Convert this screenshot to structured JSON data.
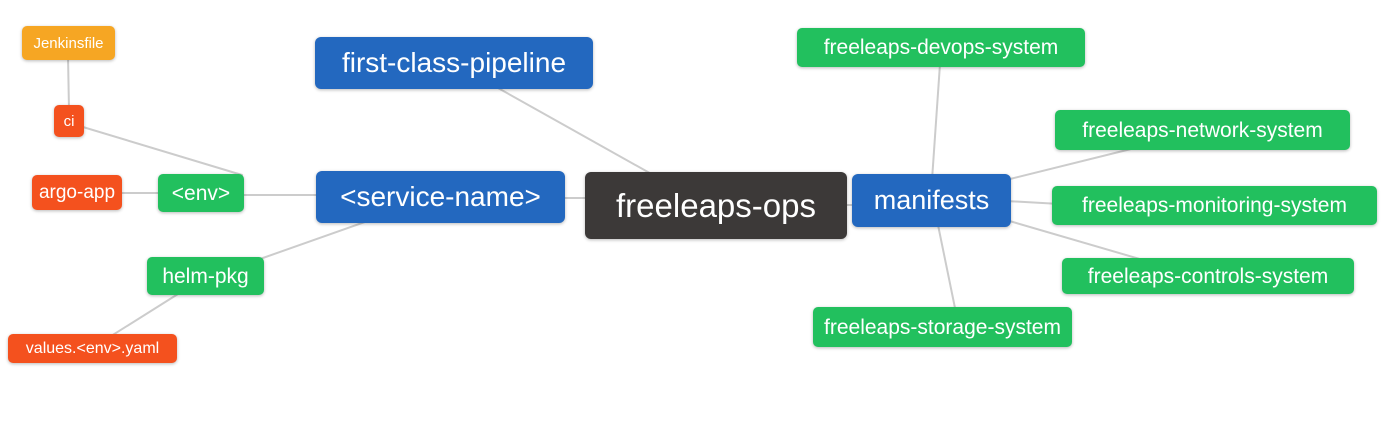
{
  "diagram": {
    "type": "mindmap",
    "root_label": "freeleaps-ops",
    "colors": {
      "root": "#3c3938",
      "branch_blue": "#2368bf",
      "leaf_green": "#22c05e",
      "leaf_red": "#f4511e",
      "leaf_amber": "#f6a623",
      "edge": "#cccccc",
      "text": "#ffffff",
      "background": "#ffffff"
    },
    "nodes": {
      "jenkinsfile": {
        "label": "Jenkinsfile",
        "color": "#f6a623"
      },
      "ci": {
        "label": "ci",
        "color": "#f4511e"
      },
      "argo_app": {
        "label": "argo-app",
        "color": "#f4511e"
      },
      "env": {
        "label": "<env>",
        "color": "#22c05e"
      },
      "helm_pkg": {
        "label": "helm-pkg",
        "color": "#22c05e"
      },
      "values_env_yaml": {
        "label": "values.<env>.yaml",
        "color": "#f4511e"
      },
      "first_class_pipeline": {
        "label": "first-class-pipeline",
        "color": "#2368bf"
      },
      "service_name": {
        "label": "<service-name>",
        "color": "#2368bf"
      },
      "freeleaps_ops": {
        "label": "freeleaps-ops",
        "color": "#3c3938"
      },
      "manifests": {
        "label": "manifests",
        "color": "#2368bf"
      },
      "devops_system": {
        "label": "freeleaps-devops-system",
        "color": "#22c05e"
      },
      "network_system": {
        "label": "freeleaps-network-system",
        "color": "#22c05e"
      },
      "monitoring_system": {
        "label": "freeleaps-monitoring-system",
        "color": "#22c05e"
      },
      "controls_system": {
        "label": "freeleaps-controls-system",
        "color": "#22c05e"
      },
      "storage_system": {
        "label": "freeleaps-storage-system",
        "color": "#22c05e"
      }
    },
    "edges": [
      {
        "from": "Jenkinsfile",
        "to": "ci"
      },
      {
        "from": "ci",
        "to": "<env>"
      },
      {
        "from": "argo-app",
        "to": "<env>"
      },
      {
        "from": "<env>",
        "to": "<service-name>"
      },
      {
        "from": "helm-pkg",
        "to": "<service-name>"
      },
      {
        "from": "values.<env>.yaml",
        "to": "helm-pkg"
      },
      {
        "from": "first-class-pipeline",
        "to": "freeleaps-ops"
      },
      {
        "from": "<service-name>",
        "to": "freeleaps-ops"
      },
      {
        "from": "freeleaps-ops",
        "to": "manifests"
      },
      {
        "from": "manifests",
        "to": "freeleaps-devops-system"
      },
      {
        "from": "manifests",
        "to": "freeleaps-network-system"
      },
      {
        "from": "manifests",
        "to": "freeleaps-monitoring-system"
      },
      {
        "from": "manifests",
        "to": "freeleaps-controls-system"
      },
      {
        "from": "manifests",
        "to": "freeleaps-storage-system"
      }
    ]
  }
}
